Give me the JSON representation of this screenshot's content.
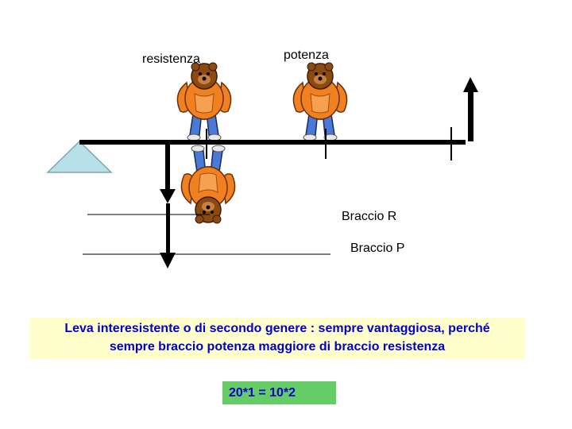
{
  "labels": {
    "resistenza": "resistenza",
    "potenza": "potenza",
    "braccio_r": "Braccio R",
    "braccio_p": "Braccio P"
  },
  "caption": {
    "line1": "Leva interesistente o di secondo genere : sempre vantaggiosa, perché",
    "line2": "sempre braccio potenza maggiore di braccio resistenza"
  },
  "formula": "20*1 = 10*2",
  "colors": {
    "text_blue": "#0000cc",
    "caption_bg": "#ffffcc",
    "formula_bg": "#66cc66",
    "fulcrum": "#b8e0e8",
    "bear_orange": "#f08020",
    "bear_brown": "#8a4a10",
    "bear_jeans": "#4a7ad8"
  },
  "icons": {
    "bear": "bear-figure-icon",
    "fulcrum": "triangle-fulcrum-icon",
    "arrow_down": "arrow-down-icon",
    "arrow_up": "arrow-up-icon"
  }
}
